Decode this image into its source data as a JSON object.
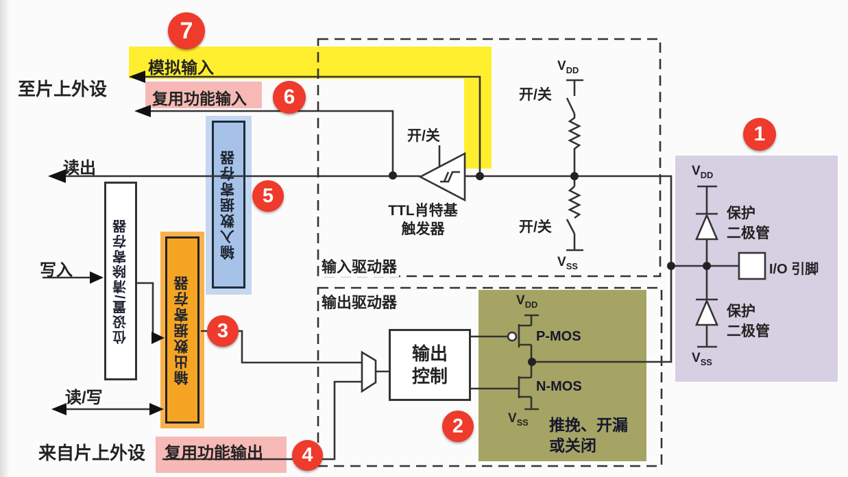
{
  "diagram": {
    "peripherals": {
      "to": "至片上外设",
      "from": "来自片上外设"
    },
    "signals": {
      "analog_input": "模拟输入",
      "alt_function_input": "复用功能输入",
      "alt_function_output": "复用功能输出",
      "read": "读出",
      "write": "写入",
      "read_write": "读/写"
    },
    "registers": {
      "input_data": "输入数据寄存器",
      "bit_set_clear": "位设置/清除寄存器",
      "output_data": "输出数据寄存器"
    },
    "drivers": {
      "input": "输入驱动器",
      "output": "输出驱动器"
    },
    "components": {
      "schmitt_line1": "TTL肖特基",
      "schmitt_line2": "触发器",
      "on_off": "开/关",
      "output_control_line1": "输出",
      "output_control_line2": "控制",
      "pmos": "P-MOS",
      "nmos": "N-MOS",
      "mode_line1": "推挽、开漏",
      "mode_line2": "或关闭",
      "protect_line1": "保护",
      "protect_line2": "二极管",
      "io_pin": "I/O 引脚"
    },
    "power": {
      "v": "V",
      "dd": "DD",
      "ss": "SS"
    },
    "badges": {
      "b1": "1",
      "b2": "2",
      "b3": "3",
      "b4": "4",
      "b5": "5",
      "b6": "6",
      "b7": "7"
    },
    "colors": {
      "highlight_yellow": "#ffee2e",
      "highlight_pink": "#f6b9b6",
      "register_blue": "#a6c2e8",
      "register_orange": "#f6a423",
      "driver_olive": "#a5a464",
      "esd_purple": "#d7cfe2",
      "badge_red": "#ee3b2b",
      "wire": "#333333"
    }
  }
}
